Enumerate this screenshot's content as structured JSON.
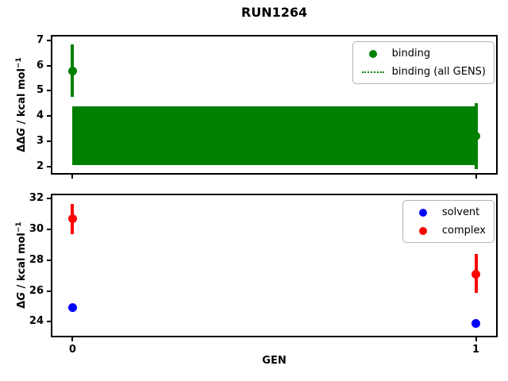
{
  "figure": {
    "title": "RUN1264",
    "xlabel": "GEN",
    "background": "#ffffff"
  },
  "chart_data": [
    {
      "type": "scatter",
      "title": "RUN1264",
      "ylabel_prefix": "ΔΔ",
      "ylabel_var": "G",
      "ylabel_unit": " / kcal mol",
      "ylabel_sup": "−1",
      "ylim": [
        1.75,
        7.15
      ],
      "yticks": [
        7,
        6,
        5,
        4,
        3,
        2
      ],
      "xlim": [
        -0.05,
        1.05
      ],
      "xticks": [
        0,
        1
      ],
      "grid": false,
      "legend_position": "upper right",
      "series": [
        {
          "name": "binding",
          "color": "#008000",
          "marker": "circle",
          "points": [
            {
              "x": 0,
              "y": 5.8,
              "err_low": 1.05,
              "err_high": 1.05
            },
            {
              "x": 1,
              "y": 3.2,
              "err_low": 1.3,
              "err_high": 1.3
            }
          ]
        }
      ],
      "band": {
        "name": "binding (all GENS)",
        "color": "#008000",
        "x_start": 0,
        "x_end": 1,
        "y_min": 2.05,
        "y_max": 4.4
      },
      "legend": [
        {
          "label": "binding",
          "marker": "dot",
          "color": "#008000"
        },
        {
          "label": "binding (all GENS)",
          "marker": "dotted-line",
          "color": "#008000"
        }
      ]
    },
    {
      "type": "scatter",
      "ylabel_prefix": "Δ",
      "ylabel_var": "G",
      "ylabel_unit": " / kcal mol",
      "ylabel_sup": "−1",
      "ylim": [
        23.1,
        32.2
      ],
      "yticks": [
        32,
        30,
        28,
        26,
        24
      ],
      "xlim": [
        -0.05,
        1.05
      ],
      "xticks": [
        0,
        1
      ],
      "grid": false,
      "legend_position": "upper right",
      "series": [
        {
          "name": "solvent",
          "color": "#0000ff",
          "marker": "circle",
          "points": [
            {
              "x": 0,
              "y": 24.9,
              "err_low": 0.1,
              "err_high": 0.1
            },
            {
              "x": 1,
              "y": 23.9,
              "err_low": 0.1,
              "err_high": 0.1
            }
          ]
        },
        {
          "name": "complex",
          "color": "#ff0000",
          "marker": "circle",
          "points": [
            {
              "x": 0,
              "y": 30.7,
              "err_low": 1.0,
              "err_high": 0.95
            },
            {
              "x": 1,
              "y": 27.1,
              "err_low": 1.2,
              "err_high": 1.3
            }
          ]
        }
      ],
      "legend": [
        {
          "label": "solvent",
          "marker": "dot",
          "color": "#0000ff"
        },
        {
          "label": "complex",
          "marker": "dot",
          "color": "#ff0000"
        }
      ]
    }
  ]
}
